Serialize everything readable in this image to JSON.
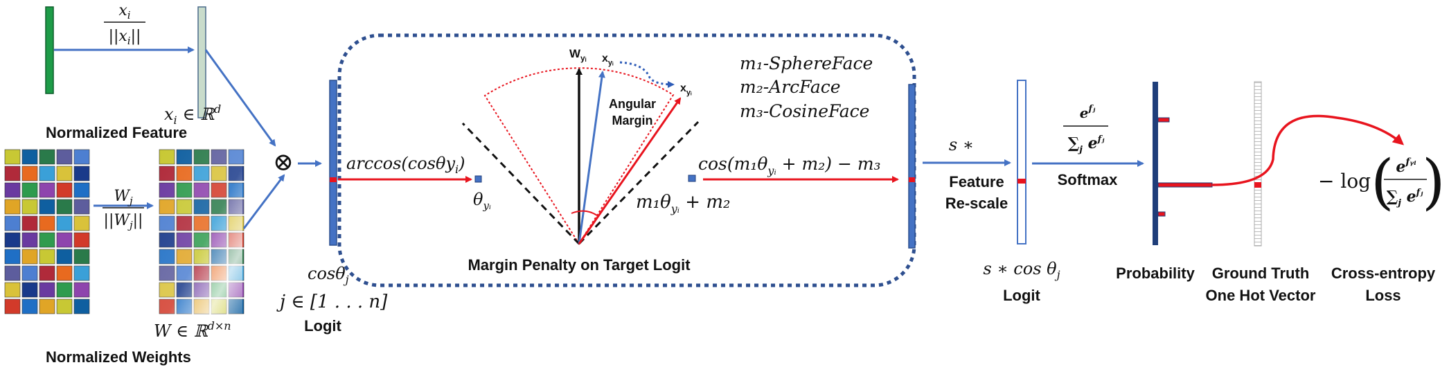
{
  "left": {
    "normalize_feature_fraction_num": "x",
    "normalize_feature_fraction_num_sub": "i",
    "normalize_feature_fraction_den": "||x",
    "normalize_feature_fraction_den_sub": "i",
    "normalize_feature_fraction_den_end": "||",
    "feature_space": "x",
    "feature_space_sub": "i",
    "feature_space_in": "∈ ℝ",
    "feature_space_sup": "d",
    "normalized_feature_label": "Normalized Feature",
    "normalize_weight_fraction_num": "W",
    "normalize_weight_fraction_num_sub": "j",
    "normalize_weight_fraction_den": "||W",
    "normalize_weight_fraction_den_sub": "j",
    "normalize_weight_fraction_den_end": "||",
    "weight_space": "W ∈ ℝ",
    "weight_space_sup": "d×n",
    "normalized_weights_label": "Normalized Weights",
    "multiply_symbol": "⊗"
  },
  "logit1": {
    "cos_label": "cosθ",
    "cos_sub": "j",
    "range_label": "j ∈ [1 . . . n]",
    "logit_label": "Logit"
  },
  "margin_box": {
    "arccos_label": "arccos(cosθy",
    "arccos_sub": "i",
    "arccos_end": ")",
    "theta_label": "θ",
    "theta_sub": "yᵢ",
    "w_label": "W",
    "w_sub": "yᵢ",
    "x_label": "x",
    "x_sub": "yᵢ",
    "x2_label": "x",
    "x2_sub": "yᵢ",
    "angular_margin_line1": "Angular",
    "angular_margin_line2": "Margin",
    "m_theta_label": "m₁θ",
    "m_theta_sub": "yᵢ",
    "m_theta_end": " + m₂",
    "legend_1": "m₁-SphereFace",
    "legend_2": "m₂-ArcFace",
    "legend_3": "m₃-CosineFace",
    "cos_margin_label": "cos(m₁θ",
    "cos_margin_sub": "yᵢ",
    "cos_margin_end": " + m₂) − m₃",
    "caption": "Margin Penalty on Target Logit"
  },
  "rescale": {
    "s_label": "s ∗",
    "feature_label_1": "Feature",
    "feature_label_2": "Re-scale",
    "s_cos_label": "s ∗ cos θ",
    "s_cos_sub": "j",
    "logit_label": "Logit"
  },
  "softmax": {
    "num": "e",
    "num_sup": "fⱼ",
    "den": "∑",
    "den_sub": "j",
    "den_e": " e",
    "den_sup": "fⱼ",
    "label": "Softmax"
  },
  "outputs": {
    "probability_label": "Probability",
    "ground_truth_line1": "Ground Truth",
    "ground_truth_line2": "One Hot Vector",
    "loss_prefix": "− log",
    "loss_num": "e",
    "loss_num_sup": "fᵧᵢ",
    "loss_den": "∑",
    "loss_den_sub": "j",
    "loss_den_e": " e",
    "loss_den_sup": "fⱼ",
    "cross_entropy_line1": "Cross-entropy",
    "cross_entropy_line2": "Loss"
  },
  "colors": {
    "arrow_blue": "#4472c4",
    "arrow_red": "#e8141e",
    "dark_blue": "#1f3e7a",
    "green": "#1e9c48",
    "box_dots": "#2e4f8f"
  }
}
